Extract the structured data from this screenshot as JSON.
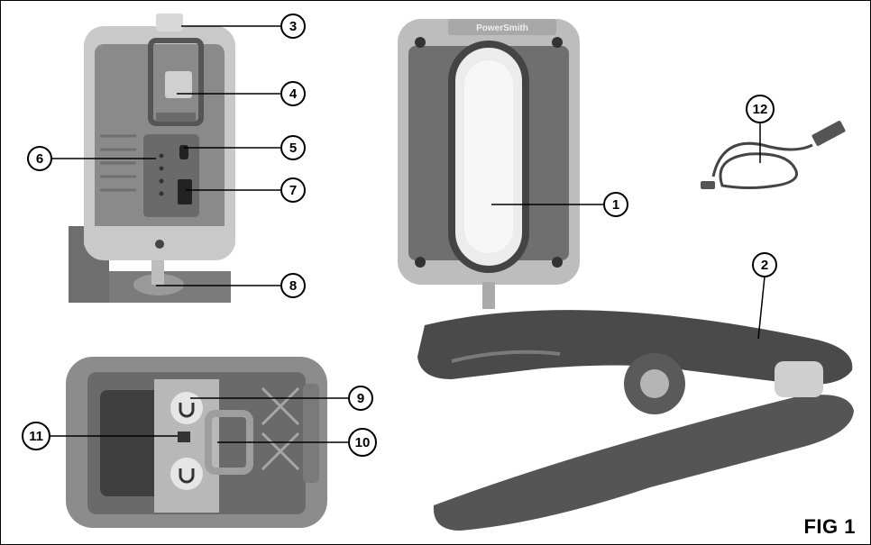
{
  "figure": {
    "label": "FIG 1"
  },
  "callouts": [
    {
      "id": "c1",
      "number": "1"
    },
    {
      "id": "c2",
      "number": "2"
    },
    {
      "id": "c3",
      "number": "3"
    },
    {
      "id": "c4",
      "number": "4"
    },
    {
      "id": "c5",
      "number": "5"
    },
    {
      "id": "c6",
      "number": "6"
    },
    {
      "id": "c7",
      "number": "7"
    },
    {
      "id": "c8",
      "number": "8"
    },
    {
      "id": "c9",
      "number": "9"
    },
    {
      "id": "c10",
      "number": "10"
    },
    {
      "id": "c11",
      "number": "11"
    },
    {
      "id": "c12",
      "number": "12"
    }
  ],
  "brand_mark": "PowerSmith",
  "colors": {
    "housing_gray": "#8a8a8a",
    "housing_dark": "#5a5a5a",
    "bumper_light": "#c9c9c9",
    "lens_white": "#e9e9e9",
    "clamp_dark": "#4a4a4a"
  }
}
